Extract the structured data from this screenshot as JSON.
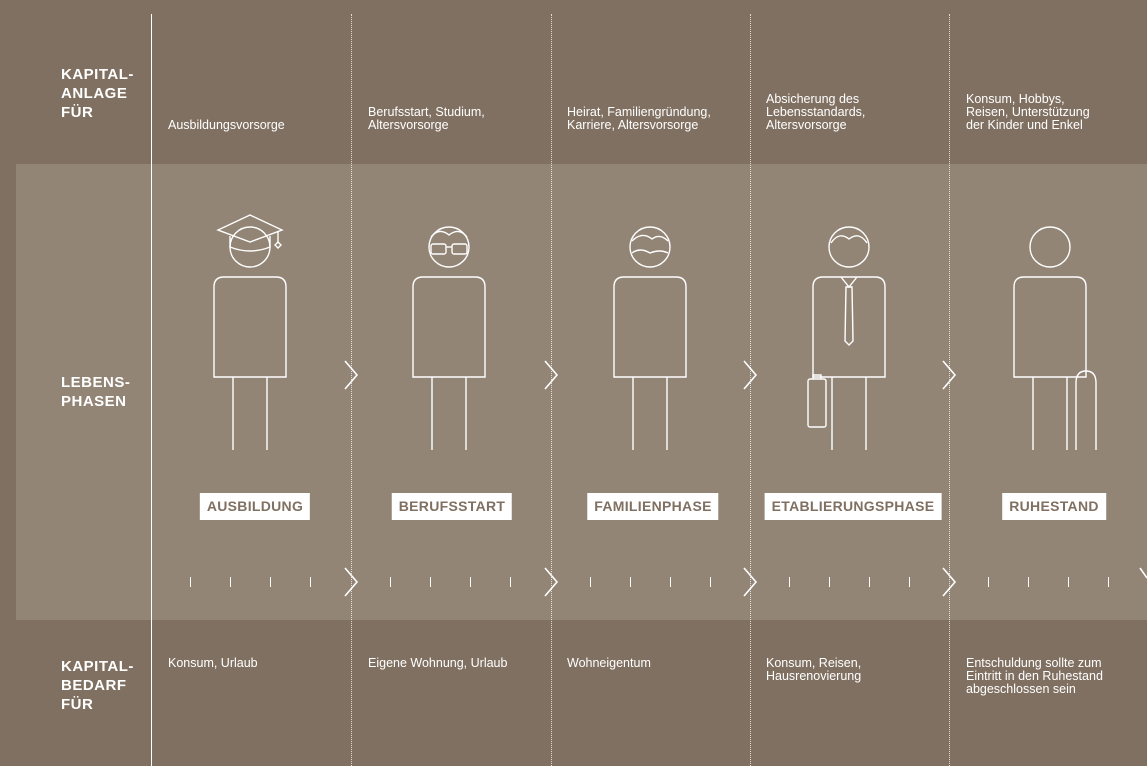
{
  "row_labels": {
    "top": "KAPITAL-\nANLAGE\nFÜR",
    "middle": "LEBENS-\nPHASEN",
    "bottom": "KAPITAL-\nBEDARF\nFÜR"
  },
  "phases": [
    {
      "label": "AUSBILDUNG",
      "icon": "student-graduation-cap-icon",
      "anlage": "Ausbildungsvorsorge",
      "bedarf": "Konsum, Urlaub"
    },
    {
      "label": "BERUFSSTART",
      "icon": "young-person-glasses-icon",
      "anlage": "Berufsstart, Studium,\nAltersvorsorge",
      "bedarf": "Eigene Wohnung, Urlaub"
    },
    {
      "label": "FAMILIENPHASE",
      "icon": "adult-person-icon",
      "anlage": "Heirat, Familiengründung,\nKarriere, Altersvorsorge",
      "bedarf": "Wohneigentum"
    },
    {
      "label": "ETABLIERUNGSPHASE",
      "icon": "businessman-briefcase-icon",
      "anlage": "Absicherung des\nLebensstandards,\nAltersvorsorge",
      "bedarf": "Konsum, Reisen,\nHausrenovierung"
    },
    {
      "label": "RUHESTAND",
      "icon": "senior-cane-icon",
      "anlage": "Konsum, Hobbys,\nReisen, Unterstützung\nder Kinder und Enkel",
      "bedarf": "Entschuldung sollte zum\nEintritt in den Ruhestand\nabgeschlossen sein"
    }
  ],
  "colors": {
    "background": "#807061",
    "band": "#938576",
    "line": "#ffffff"
  }
}
